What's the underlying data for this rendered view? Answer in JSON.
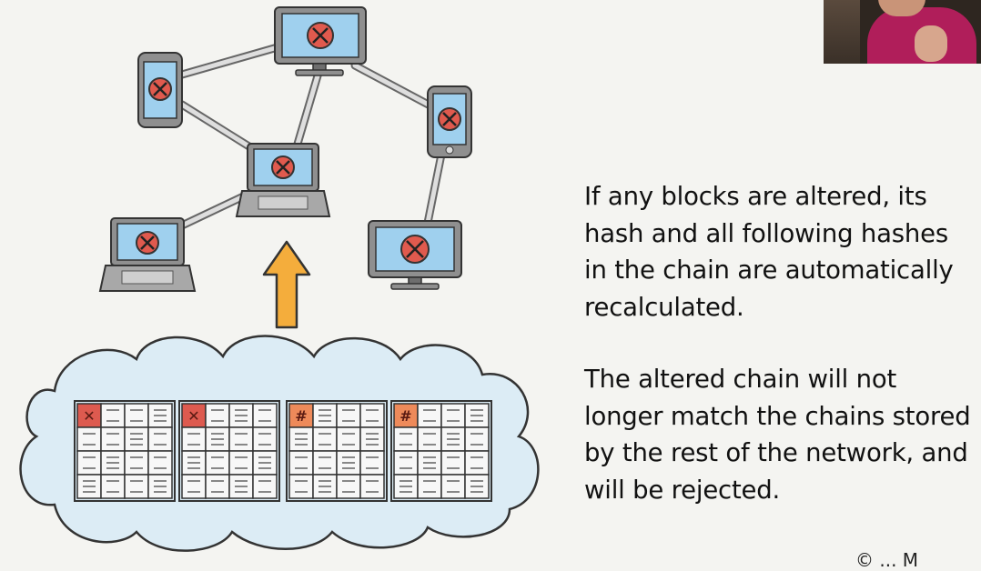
{
  "text": {
    "paragraph1": "If any blocks are altered, its hash and all following hashes in the chain are automatically recalculated.",
    "paragraph2": "The altered chain will not longer match the chains stored by the rest of the network, and will be rejected."
  },
  "diagram": {
    "block_marks": [
      "✕",
      "✕",
      "#",
      "#"
    ],
    "device_status_icon": "rejected-x-circle-icon",
    "colors": {
      "screen": "#9fd0ee",
      "device_frame": "#8f8f8f",
      "reject_circle": "#e05a4e",
      "arrow": "#f4ad3c",
      "cloud": "#dcecf5",
      "altered_cell_red": "#dd5a4f",
      "altered_cell_orange": "#ee8a5a"
    }
  },
  "credit": "© ... M"
}
